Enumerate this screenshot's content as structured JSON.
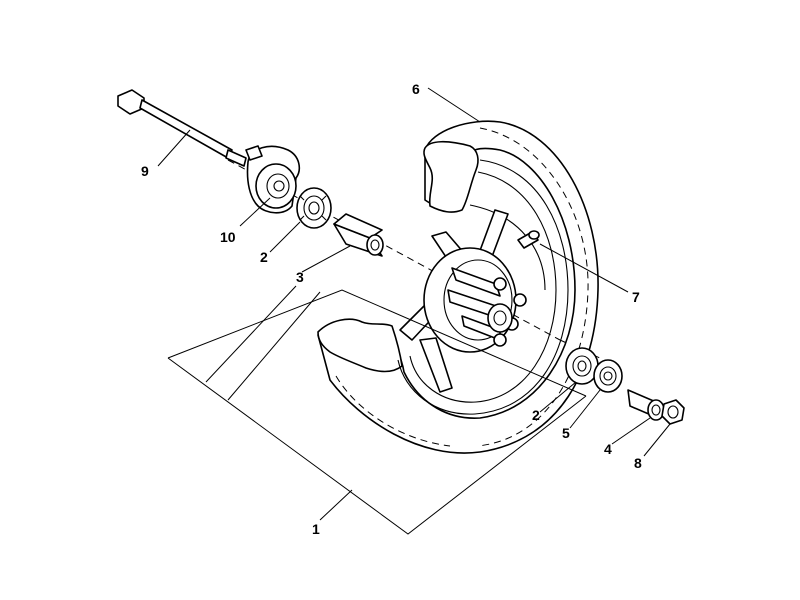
{
  "diagram": {
    "callouts": [
      {
        "id": "label-1",
        "text": "1"
      },
      {
        "id": "label-2a",
        "text": "2"
      },
      {
        "id": "label-2b",
        "text": "2"
      },
      {
        "id": "label-3",
        "text": "3"
      },
      {
        "id": "label-4",
        "text": "4"
      },
      {
        "id": "label-5",
        "text": "5"
      },
      {
        "id": "label-6",
        "text": "6"
      },
      {
        "id": "label-7",
        "text": "7"
      },
      {
        "id": "label-8",
        "text": "8"
      },
      {
        "id": "label-9",
        "text": "9"
      },
      {
        "id": "label-10",
        "text": "10"
      }
    ]
  }
}
